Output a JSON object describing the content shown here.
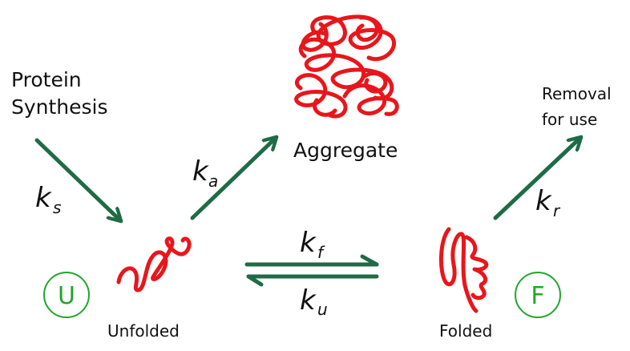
{
  "labels": {
    "protein_synthesis_1": "Protein",
    "protein_synthesis_2": "Synthesis",
    "aggregate": "Aggregate",
    "removal_1": "Removal",
    "removal_2": "for use",
    "unfolded": "Unfolded",
    "folded": "Folded"
  },
  "rates": {
    "ks": {
      "k": "k",
      "sub": "s"
    },
    "ka": {
      "k": "k",
      "sub": "a"
    },
    "kf": {
      "k": "k",
      "sub": "f"
    },
    "ku": {
      "k": "k",
      "sub": "u"
    },
    "kr": {
      "k": "k",
      "sub": "r"
    }
  },
  "states": {
    "unfolded_symbol": "U",
    "folded_symbol": "F"
  },
  "colors": {
    "arrow": "#1f6b45",
    "protein": "#e8161b",
    "state_circle": "#22a62a",
    "text": "#111111"
  }
}
